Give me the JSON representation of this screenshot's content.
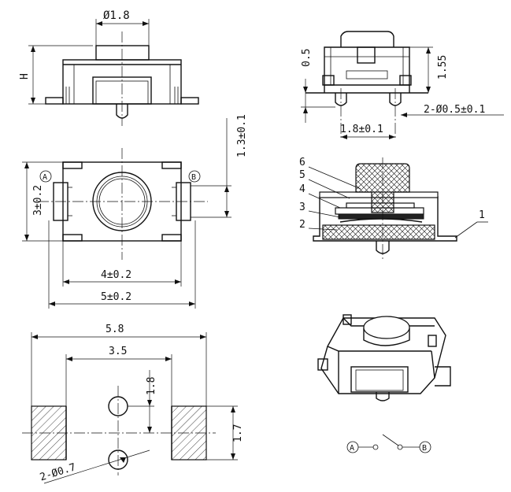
{
  "top_view": {
    "dia_label": "Ø1.8",
    "height_label": "H"
  },
  "side_view": {
    "dim_05": "0.5",
    "dim_155": "1.55",
    "dim_18": "1.8±0.1",
    "dim_pins": "2-Ø0.5±0.1"
  },
  "front_view": {
    "dim_13": "1.3±0.1",
    "dim_3": "3±0.2",
    "dim_4": "4±0.2",
    "dim_5": "5±0.2",
    "terminal_a": "A",
    "terminal_b": "B"
  },
  "section_view": {
    "parts": [
      "1",
      "2",
      "3",
      "4",
      "5",
      "6"
    ]
  },
  "footprint": {
    "dim_58": "5.8",
    "dim_35": "3.5",
    "dim_18v": "1.8",
    "dim_17": "1.7",
    "dim_holes": "2-Ø0.7"
  },
  "schematic": {
    "terminal_a": "A",
    "terminal_b": "B"
  }
}
